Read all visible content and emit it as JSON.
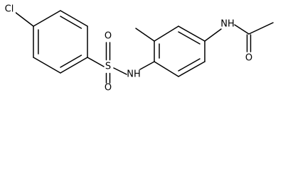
{
  "diagram": {
    "type": "chemical-structure",
    "atom_labels": {
      "chlorine": "Cl",
      "sulfur": "S",
      "sulfonyl_oxygen_top": "O",
      "sulfonyl_oxygen_bottom": "O",
      "sulfonamide_nh": "NH",
      "amide_nh": "NH",
      "carbonyl_oxygen": "O"
    },
    "line_color": "#000000",
    "background_color": "#ffffff"
  }
}
